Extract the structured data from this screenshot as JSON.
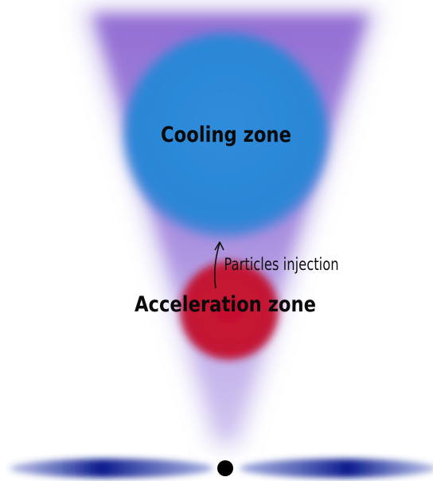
{
  "labels": {
    "cooling_zone": "Cooling zone",
    "acceleration_zone": "Acceleration zone",
    "particles_injection": "Particles injection"
  },
  "colors": {
    "cooling_zone": "#2a86d6",
    "acceleration_zone": "#c8102e",
    "jet": "#7b4fc9",
    "disk": "#0b1a8c",
    "black_hole": "#000000",
    "text": "#0a0a0a"
  },
  "icons": {
    "injection_arrow": "arrow-up-icon",
    "black_hole": "black-hole-icon"
  }
}
